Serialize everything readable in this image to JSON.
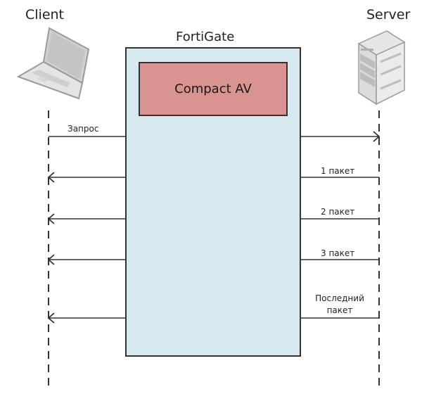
{
  "actors": {
    "client": {
      "label": "Client",
      "icon": "laptop-icon"
    },
    "server": {
      "label": "Server",
      "icon": "server-icon"
    }
  },
  "middlebox": {
    "label": "FortiGate",
    "module": "Compact AV",
    "colors": {
      "box_fill": "#d6e9f0",
      "module_fill": "#d99391",
      "stroke": "#333333"
    }
  },
  "messages": [
    {
      "label": "Запрос",
      "direction": "client-to-server"
    },
    {
      "label": "1 пакет",
      "direction": "server-to-client"
    },
    {
      "label": "2 пакет",
      "direction": "server-to-client"
    },
    {
      "label": "3 пакет",
      "direction": "server-to-client"
    },
    {
      "label_line1": "Последний",
      "label_line2": "пакет",
      "direction": "server-to-client"
    }
  ]
}
